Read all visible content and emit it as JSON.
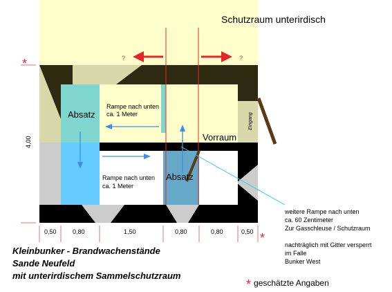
{
  "labels": {
    "schutzraum": "Schutzraum unterirdisch",
    "question_left": "?",
    "question_right": "?",
    "asterisk_top": "*",
    "asterisk_bottom": "*",
    "absatz_top": "Absatz",
    "absatz_bottom": "Absatz",
    "rampe_oben_line1": "Rampe nach unten",
    "rampe_oben_line2": "ca. 1 Meter",
    "rampe_unten_line1": "Rampe nach unten",
    "rampe_unten_line2": "ca. 1 Meter",
    "vorraum": "Vorraum",
    "eingang": "Eingang",
    "height_dim": "4,00"
  },
  "dimensions": [
    "0,50",
    "0,80",
    "1,50",
    "0,80",
    "0,80",
    "0,50"
  ],
  "notes": [
    "weitere Rampe nach unten",
    "ca. 60 Zentimeter",
    "Zur Gasschleuse / Schutzraum",
    "",
    "nachträglich mit Gitter versperrt",
    "im Falle",
    "Bunker West"
  ],
  "title": {
    "line1": "Kleinbunker - Brandwachenstände",
    "line2": "Sande Neufeld",
    "line3": "mit unterirdischem Sammelschutzraum"
  },
  "legend": {
    "asterisk": "*",
    "text": "geschätzte Angaben"
  },
  "colors": {
    "shelter_fill": "#ffffcc",
    "wall_dark": "#2e2a12",
    "wall_black": "#000000",
    "cyan": "#7fd6cf",
    "light_blue": "#66ccff",
    "steel_blue": "#66a8c8",
    "grey": "#cccccc",
    "khaki": "#d9d8ab",
    "red": "#e8242b",
    "pink": "#f4b8b8",
    "door_brown": "#5c3a12",
    "arrow_blue": "#3f8fe0"
  }
}
